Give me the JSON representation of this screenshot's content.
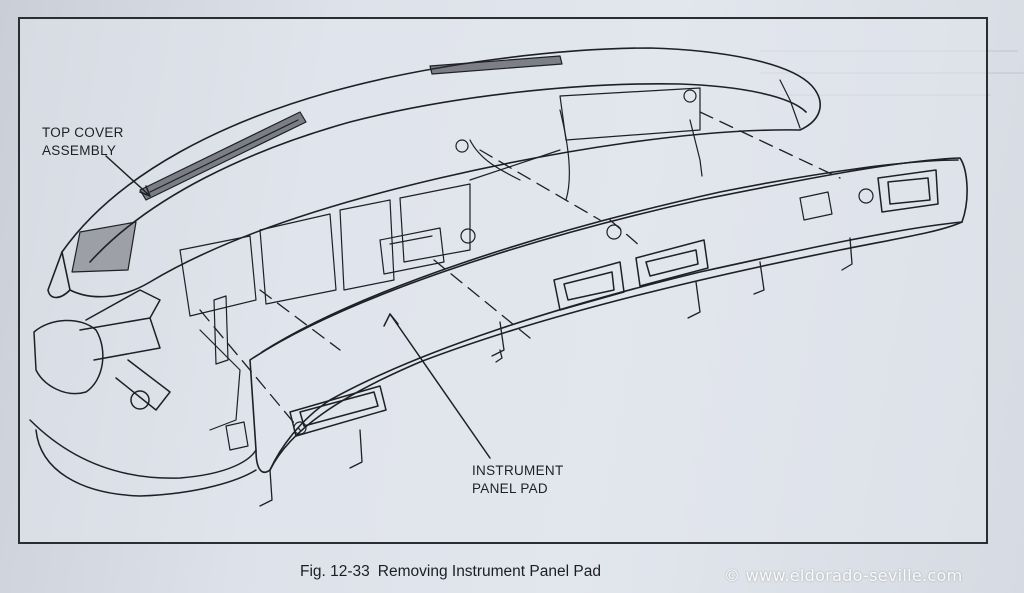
{
  "figure": {
    "callout_top_cover": "TOP COVER\nASSEMBLY",
    "callout_instrument_pad": "INSTRUMENT\nPANEL PAD"
  },
  "caption": {
    "number": "Fig. 12-33",
    "title": "Removing Instrument Panel Pad"
  },
  "watermark": "© www.eldorado-seville.com",
  "colors": {
    "ink": "#1e2026",
    "paper": "#dde2ea",
    "watermark": "#ffffff"
  }
}
